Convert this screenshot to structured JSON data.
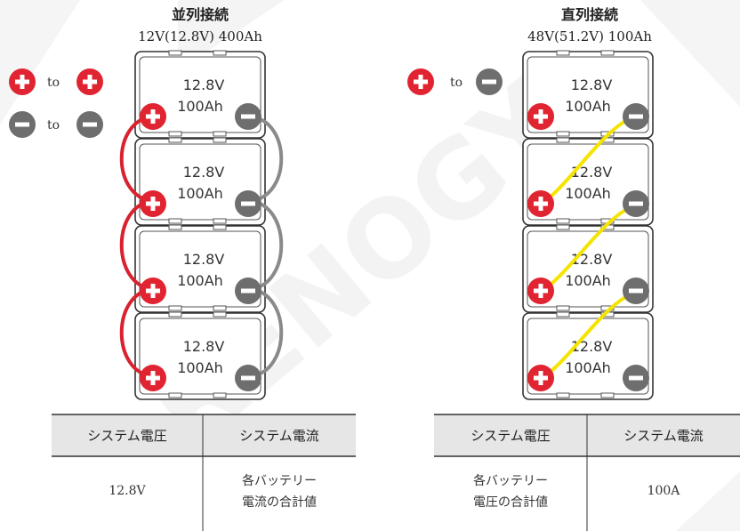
{
  "watermark": "RENOGY",
  "colors": {
    "positive": "#e02431",
    "negative": "#6e6e6e",
    "series_wire": "#f5e400",
    "parallel_pos_wire": "#d9222f",
    "parallel_neg_wire": "#8a8a8a",
    "table_header_bg": "#e6e6e6"
  },
  "parallel": {
    "title": "並列接続",
    "subtitle": "12V(12.8V) 400Ah",
    "legend": {
      "to1": "to",
      "to2": "to"
    },
    "batteries": [
      {
        "voltage": "12.8V",
        "capacity": "100Ah"
      },
      {
        "voltage": "12.8V",
        "capacity": "100Ah"
      },
      {
        "voltage": "12.8V",
        "capacity": "100Ah"
      },
      {
        "voltage": "12.8V",
        "capacity": "100Ah"
      }
    ],
    "table": {
      "header_voltage": "システム電圧",
      "header_current": "システム電流",
      "voltage_value": "12.8V",
      "current_value_line1": "各バッテリー",
      "current_value_line2": "電流の合計値"
    }
  },
  "series": {
    "title": "直列接続",
    "subtitle": "48V(51.2V) 100Ah",
    "legend": {
      "to1": "to"
    },
    "batteries": [
      {
        "voltage": "12.8V",
        "capacity": "100Ah"
      },
      {
        "voltage": "12.8V",
        "capacity": "100Ah"
      },
      {
        "voltage": "12.8V",
        "capacity": "100Ah"
      },
      {
        "voltage": "12.8V",
        "capacity": "100Ah"
      }
    ],
    "table": {
      "header_voltage": "システム電圧",
      "header_current": "システム電流",
      "voltage_value_line1": "各バッテリー",
      "voltage_value_line2": "電圧の合計値",
      "current_value": "100A"
    }
  }
}
